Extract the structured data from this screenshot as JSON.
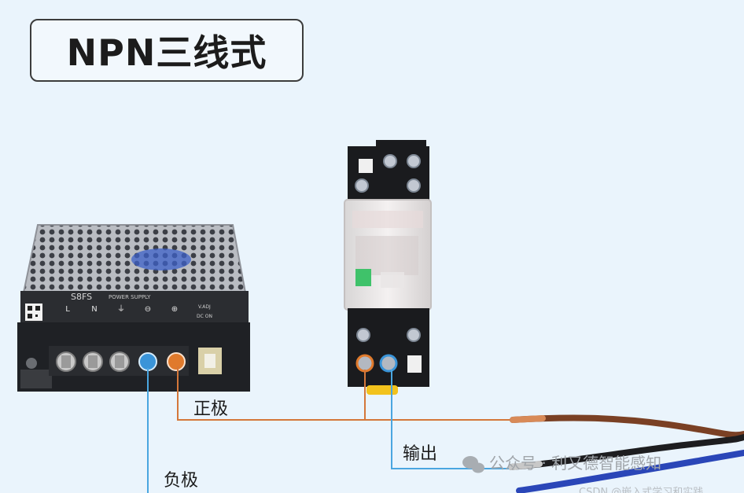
{
  "title": "NPN三线式",
  "labels": {
    "positive": "正极",
    "negative": "负极",
    "output": "输出"
  },
  "power_supply": {
    "model": "S8FS",
    "subtitle": "POWER SUPPLY",
    "terminals": [
      "L",
      "N",
      "⏚",
      "⊖",
      "⊕"
    ],
    "voltage_label": "V.ADJ",
    "dc_label": "DC ON"
  },
  "watermark": {
    "main": "公众号 · 利又德智能感知",
    "sub": "CSDN @嵌入式学习和实践"
  },
  "colors": {
    "positive_wire": "#d4773a",
    "negative_wire": "#4aa6e0",
    "terminal_blue": "#3a94d8",
    "terminal_orange": "#e07a2c"
  }
}
